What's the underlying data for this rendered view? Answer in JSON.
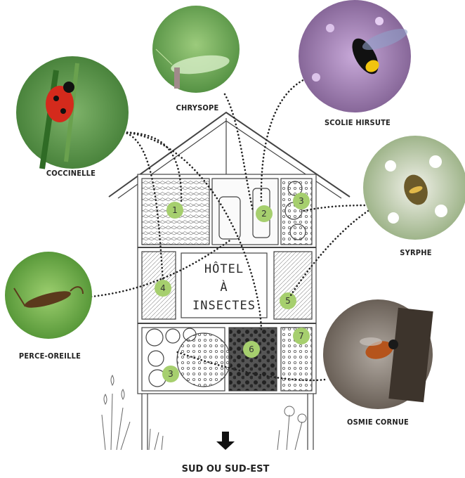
{
  "house": {
    "title_line1": "HÔTEL",
    "title_line2": "À",
    "title_line3": "INSECTES"
  },
  "compartments": [
    "1",
    "2",
    "3",
    "4",
    "5",
    "3",
    "6",
    "7"
  ],
  "insects": [
    {
      "id": "coccinelle",
      "label": "COCCINELLE"
    },
    {
      "id": "chrysope",
      "label": "CHRYSOPE"
    },
    {
      "id": "scolie",
      "label": "SCOLIE HIRSUTE"
    },
    {
      "id": "syrphe",
      "label": "SYRPHE"
    },
    {
      "id": "perce-oreille",
      "label": "PERCE-OREILLE"
    },
    {
      "id": "osmie",
      "label": "OSMIE CORNUE"
    }
  ],
  "footer": {
    "label": "SUD OU SUD-EST"
  },
  "colors": {
    "badge": "#a6cf6e",
    "ink": "#333333"
  }
}
